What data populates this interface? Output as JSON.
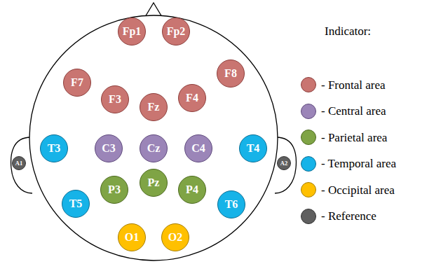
{
  "diagram": {
    "nodes": [
      {
        "text": [
          "Fp1"
        ]
      },
      {
        "text": [
          "Fp2"
        ]
      },
      {
        "text": [
          "F7"
        ]
      },
      {
        "text": [
          "F8"
        ]
      },
      {
        "text": [
          "F3"
        ]
      },
      {
        "text": [
          "Fz"
        ]
      },
      {
        "text": [
          "F4"
        ]
      },
      {
        "text": [
          "T3"
        ]
      },
      {
        "text": [
          "C3"
        ]
      },
      {
        "text": [
          "Cz"
        ]
      },
      {
        "text": [
          "C4"
        ]
      },
      {
        "text": [
          "T4"
        ]
      },
      {
        "text": [
          "A1"
        ]
      },
      {
        "text": [
          "A2"
        ]
      },
      {
        "text": [
          "T5"
        ]
      },
      {
        "text": [
          "P3"
        ]
      },
      {
        "text": [
          "Pz"
        ]
      },
      {
        "text": [
          "P4"
        ]
      },
      {
        "text": [
          "T6"
        ]
      },
      {
        "text": [
          "O1"
        ]
      },
      {
        "text": [
          "O2"
        ]
      }
    ],
    "labels": [
      "Indicator:"
    ],
    "legend": [
      {
        "text": "- Frontal area",
        "color": "#c97571"
      },
      {
        "text": "- Central area",
        "color": "#9b85b8"
      },
      {
        "text": "- Parietal area",
        "color": "#7fa445"
      },
      {
        "text": "- Temporal area",
        "color": "#16b3e8"
      },
      {
        "text": "- Occipital area",
        "color": "#ffc000"
      },
      {
        "text": "- Reference",
        "color": "#5f5f5f"
      }
    ]
  }
}
